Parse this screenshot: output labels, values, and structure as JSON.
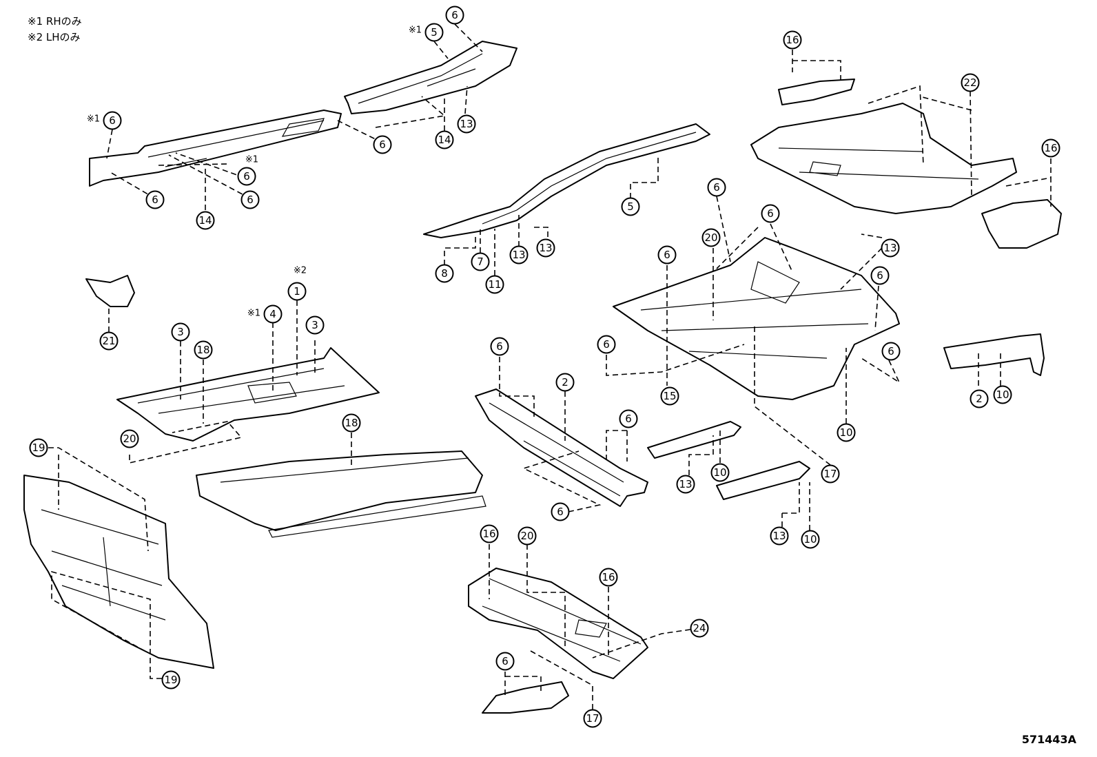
{
  "legend": [
    {
      "mark": "※1",
      "text": "RHのみ"
    },
    {
      "mark": "※2",
      "text": "LHのみ"
    }
  ],
  "reference_code": "571443A",
  "callouts": [
    {
      "id": "c-6a",
      "label": "6",
      "note": ""
    },
    {
      "id": "c-5a",
      "label": "5",
      "note": "※1"
    },
    {
      "id": "c-13a",
      "label": "13",
      "note": ""
    },
    {
      "id": "c-14a",
      "label": "14",
      "note": ""
    },
    {
      "id": "c-6b",
      "label": "6",
      "note": ""
    },
    {
      "id": "c-6c",
      "label": "6",
      "note": "※1"
    },
    {
      "id": "c-6d",
      "label": "6",
      "note": "※1"
    },
    {
      "id": "c-6e",
      "label": "6",
      "note": ""
    },
    {
      "id": "c-6f",
      "label": "6",
      "note": ""
    },
    {
      "id": "c-14b",
      "label": "14",
      "note": ""
    },
    {
      "id": "c-16a",
      "label": "16",
      "note": ""
    },
    {
      "id": "c-22",
      "label": "22",
      "note": ""
    },
    {
      "id": "c-16b",
      "label": "16",
      "note": ""
    },
    {
      "id": "c-5b",
      "label": "5",
      "note": ""
    },
    {
      "id": "c-13b",
      "label": "13",
      "note": ""
    },
    {
      "id": "c-13c",
      "label": "13",
      "note": ""
    },
    {
      "id": "c-8",
      "label": "8",
      "note": ""
    },
    {
      "id": "c-7",
      "label": "7",
      "note": ""
    },
    {
      "id": "c-11",
      "label": "11",
      "note": ""
    },
    {
      "id": "c-21",
      "label": "21",
      "note": ""
    },
    {
      "id": "c-1",
      "label": "1",
      "note": "※2"
    },
    {
      "id": "c-4",
      "label": "4",
      "note": "※1"
    },
    {
      "id": "c-3a",
      "label": "3",
      "note": ""
    },
    {
      "id": "c-3b",
      "label": "3",
      "note": ""
    },
    {
      "id": "c-18a",
      "label": "18",
      "note": ""
    },
    {
      "id": "c-20a",
      "label": "20",
      "note": ""
    },
    {
      "id": "c-18b",
      "label": "18",
      "note": ""
    },
    {
      "id": "c-19a",
      "label": "19",
      "note": ""
    },
    {
      "id": "c-19b",
      "label": "19",
      "note": ""
    },
    {
      "id": "c-6g",
      "label": "6",
      "note": ""
    },
    {
      "id": "c-20b",
      "label": "20",
      "note": ""
    },
    {
      "id": "c-6h",
      "label": "6",
      "note": ""
    },
    {
      "id": "c-13d",
      "label": "13",
      "note": ""
    },
    {
      "id": "c-6i",
      "label": "6",
      "note": ""
    },
    {
      "id": "c-6j",
      "label": "6",
      "note": ""
    },
    {
      "id": "c-15",
      "label": "15",
      "note": ""
    },
    {
      "id": "c-6k",
      "label": "6",
      "note": ""
    },
    {
      "id": "c-6l",
      "label": "6",
      "note": ""
    },
    {
      "id": "c-2a",
      "label": "2",
      "note": ""
    },
    {
      "id": "c-10a",
      "label": "10",
      "note": ""
    },
    {
      "id": "c-6m",
      "label": "6",
      "note": ""
    },
    {
      "id": "c-2b",
      "label": "2",
      "note": ""
    },
    {
      "id": "c-6n",
      "label": "6",
      "note": ""
    },
    {
      "id": "c-6o",
      "label": "6",
      "note": ""
    },
    {
      "id": "c-13e",
      "label": "13",
      "note": ""
    },
    {
      "id": "c-10b",
      "label": "10",
      "note": ""
    },
    {
      "id": "c-10c",
      "label": "10",
      "note": ""
    },
    {
      "id": "c-17a",
      "label": "17",
      "note": ""
    },
    {
      "id": "c-13f",
      "label": "13",
      "note": ""
    },
    {
      "id": "c-10d",
      "label": "10",
      "note": ""
    },
    {
      "id": "c-16c",
      "label": "16",
      "note": ""
    },
    {
      "id": "c-20c",
      "label": "20",
      "note": ""
    },
    {
      "id": "c-16d",
      "label": "16",
      "note": ""
    },
    {
      "id": "c-24",
      "label": "24",
      "note": ""
    },
    {
      "id": "c-6p",
      "label": "6",
      "note": ""
    },
    {
      "id": "c-17b",
      "label": "17",
      "note": ""
    }
  ]
}
